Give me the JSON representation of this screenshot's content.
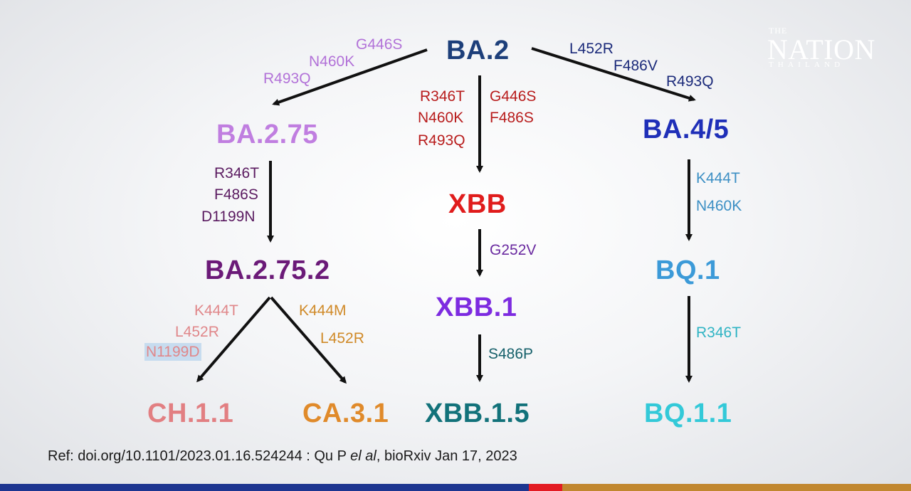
{
  "nodes": {
    "ba2": "BA.2",
    "ba275": "BA.2.75",
    "ba45": "BA.4/5",
    "xbb": "XBB",
    "ba2752": "BA.2.75.2",
    "xbb1": "XBB.1",
    "bq1": "BQ.1",
    "ch11": "CH.1.1",
    "ca31": "CA.3.1",
    "xbb15": "XBB.1.5",
    "bq11": "BQ.1.1"
  },
  "mutations": {
    "to_ba275": [
      "G446S",
      "N460K",
      "R493Q"
    ],
    "to_ba45": [
      "L452R",
      "F486V",
      "R493Q"
    ],
    "to_xbb_left": [
      "R346T",
      "N460K",
      "R493Q"
    ],
    "to_xbb_right": [
      "G446S",
      "F486S"
    ],
    "to_ba2752": [
      "R346T",
      "F486S",
      "D1199N"
    ],
    "to_bq1": [
      "K444T",
      "N460K"
    ],
    "to_xbb1": [
      "G252V"
    ],
    "to_ch11": [
      "K444T",
      "L452R",
      "N1199D"
    ],
    "to_ca31": [
      "K444M",
      "L452R"
    ],
    "to_xbb15": [
      "S486P"
    ],
    "to_bq11": [
      "R346T"
    ]
  },
  "colors": {
    "ba2": "#1d3f7a",
    "ba275": "#c07ee0",
    "ba45": "#1f2fb8",
    "xbb": "#e01c1c",
    "ba2752": "#6b1a78",
    "xbb1": "#7d2be0",
    "bq1": "#3c9ad8",
    "ch11": "#e27f82",
    "ca31": "#e08a2a",
    "xbb15": "#12727a",
    "bq11": "#33c9d8",
    "mut_ba275": "#b272d8",
    "mut_ba45": "#1b2a7a",
    "mut_xbb": "#b81c1c",
    "mut_ba2752": "#5a1a60",
    "mut_bq1": "#3c8fc4",
    "mut_xbb1": "#6a2aa0",
    "mut_ch11": "#e0878a",
    "mut_ca31": "#d08a28",
    "mut_xbb15": "#16606a",
    "mut_bq11": "#30b4c4",
    "arrow": "#111111"
  },
  "logo": {
    "the": "THE",
    "nation": "NATION",
    "thailand": "THAILAND"
  },
  "reference": {
    "prefix": "Ref: doi.org/10.1101/2023.01.16.524244 : Qu P ",
    "italic": "el al",
    "suffix": ", bioRxiv Jan 17, 2023"
  }
}
